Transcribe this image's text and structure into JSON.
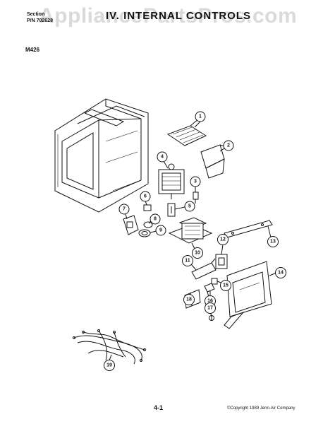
{
  "header": {
    "left_line1": "Section",
    "left_line2": "P/N 702628",
    "title": "IV. INTERNAL CONTROLS",
    "watermark": "AppliancePartsPros.com"
  },
  "model": "M426",
  "callouts": [
    {
      "num": "1"
    },
    {
      "num": "2"
    },
    {
      "num": "3"
    },
    {
      "num": "4"
    },
    {
      "num": "5"
    },
    {
      "num": "6"
    },
    {
      "num": "7"
    },
    {
      "num": "8"
    },
    {
      "num": "9"
    },
    {
      "num": "10"
    },
    {
      "num": "11"
    },
    {
      "num": "12"
    },
    {
      "num": "13"
    },
    {
      "num": "14"
    },
    {
      "num": "15"
    },
    {
      "num": "16"
    },
    {
      "num": "17"
    },
    {
      "num": "18"
    },
    {
      "num": "19"
    }
  ],
  "footer": {
    "page_number": "4-1",
    "copyright": "©Copyright 1989 Jenn-Air Company"
  }
}
